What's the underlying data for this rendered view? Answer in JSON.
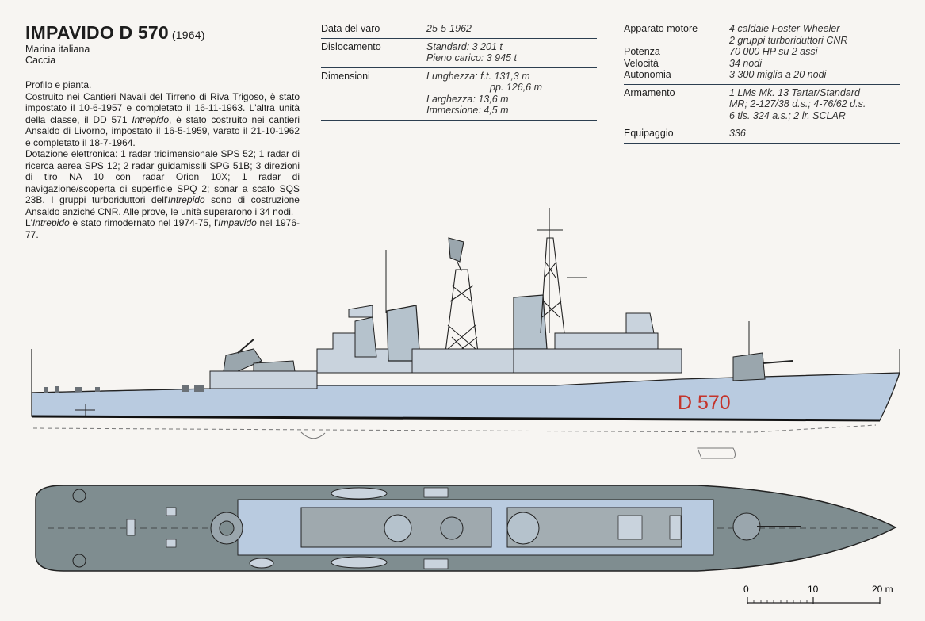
{
  "header": {
    "title": "IMPAVIDO D 570",
    "year": "(1964)",
    "navy": "Marina italiana",
    "type": "Caccia"
  },
  "description": {
    "p1": "Profilo e pianta.",
    "p2a": "Costruito nei Cantieri Navali del Tirreno di Riva Trigoso, è stato impostato il 10-6-1957 e completato il 16-11-1963. L'altra unità della classe, il DD 571 ",
    "p2b": "Intrepido",
    "p2c": ", è stato costruito nei cantieri Ansaldo di Livorno, impostato il 16-5-1959, varato il 21-10-1962 e completato il 18-7-1964.",
    "p3a": "Dotazione elettronica: 1 radar tridimensionale SPS 52; 1 radar di ricerca aerea SPS 12; 2 radar guidamissili SPG 51B; 3 direzioni di tiro NA 10 con radar Orion 10X; 1 radar di navigazione/scoperta di superficie SPQ 2; sonar a scafo SQS 23B. I gruppi turboriduttori dell'",
    "p3b": "Intrepido",
    "p3c": " sono di costruzione Ansaldo anziché CNR. Alle prove, le unità superarono i 34 nodi.",
    "p4a": "L'",
    "p4b": "Intrepido",
    "p4c": " è stato rimodernato nel 1974-75, l'",
    "p4d": "Impavido",
    "p4e": " nel 1976-77."
  },
  "specs_left": [
    {
      "key": "Data del varo",
      "lines": [
        "25-5-1962"
      ]
    },
    {
      "key": "Dislocamento",
      "lines": [
        "Standard: 3 201 t",
        "Pieno carico: 3 945 t"
      ]
    },
    {
      "key": "Dimensioni",
      "lines": [
        "Lunghezza: f.t. 131,3 m",
        "pp. 126,6 m",
        "Larghezza: 13,6 m",
        "Immersione: 4,5 m"
      ]
    }
  ],
  "specs_right": [
    {
      "key": "Apparato motore",
      "lines": [
        "4 caldaie Foster-Wheeler",
        "2 gruppi turboriduttori CNR"
      ]
    },
    {
      "key": "Potenza",
      "lines": [
        "70 000 HP su 2 assi"
      ]
    },
    {
      "key": "Velocità",
      "lines": [
        "34 nodi"
      ]
    },
    {
      "key": "Autonomia",
      "lines": [
        "3 300 miglia a 20 nodi"
      ]
    },
    {
      "key": "Armamento",
      "lines": [
        "1 LMs Mk. 13 Tartar/Standard",
        "MR; 2-127/38 d.s.; 4-76/62 d.s.",
        "6 tls. 324 a.s.; 2 lr. SCLAR"
      ]
    },
    {
      "key": "Equipaggio",
      "lines": [
        "336"
      ]
    }
  ],
  "drawing": {
    "hull_number": "D 570",
    "hull_number_color": "#c4332a",
    "hull_color": "#b9cbe0",
    "deck_color": "#7f8d90",
    "superstructure_color": "#c9d3dd"
  },
  "scale_bar": {
    "labels": [
      "0",
      "10",
      "20 m"
    ]
  }
}
